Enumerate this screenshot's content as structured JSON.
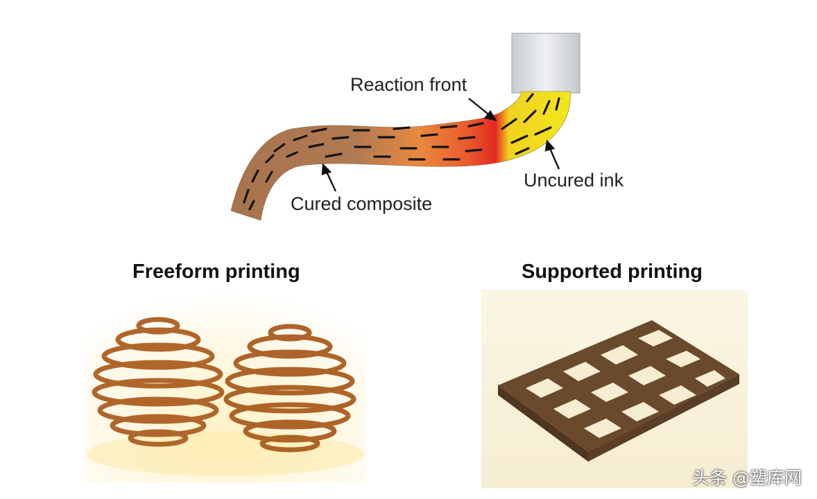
{
  "labels": {
    "reaction_front": "Reaction front",
    "uncured_ink": "Uncured ink",
    "cured_composite": "Cured composite",
    "freeform_printing": "Freeform printing",
    "supported_printing": "Supported printing"
  },
  "watermark": "头条 @塑库网",
  "colors": {
    "cured": "#a8744e",
    "reaction": "#e8372a",
    "uncured": "#f2e61c",
    "nozzle": "#d9dcdf",
    "fiber": "#111111",
    "copper": "#b0662a"
  }
}
